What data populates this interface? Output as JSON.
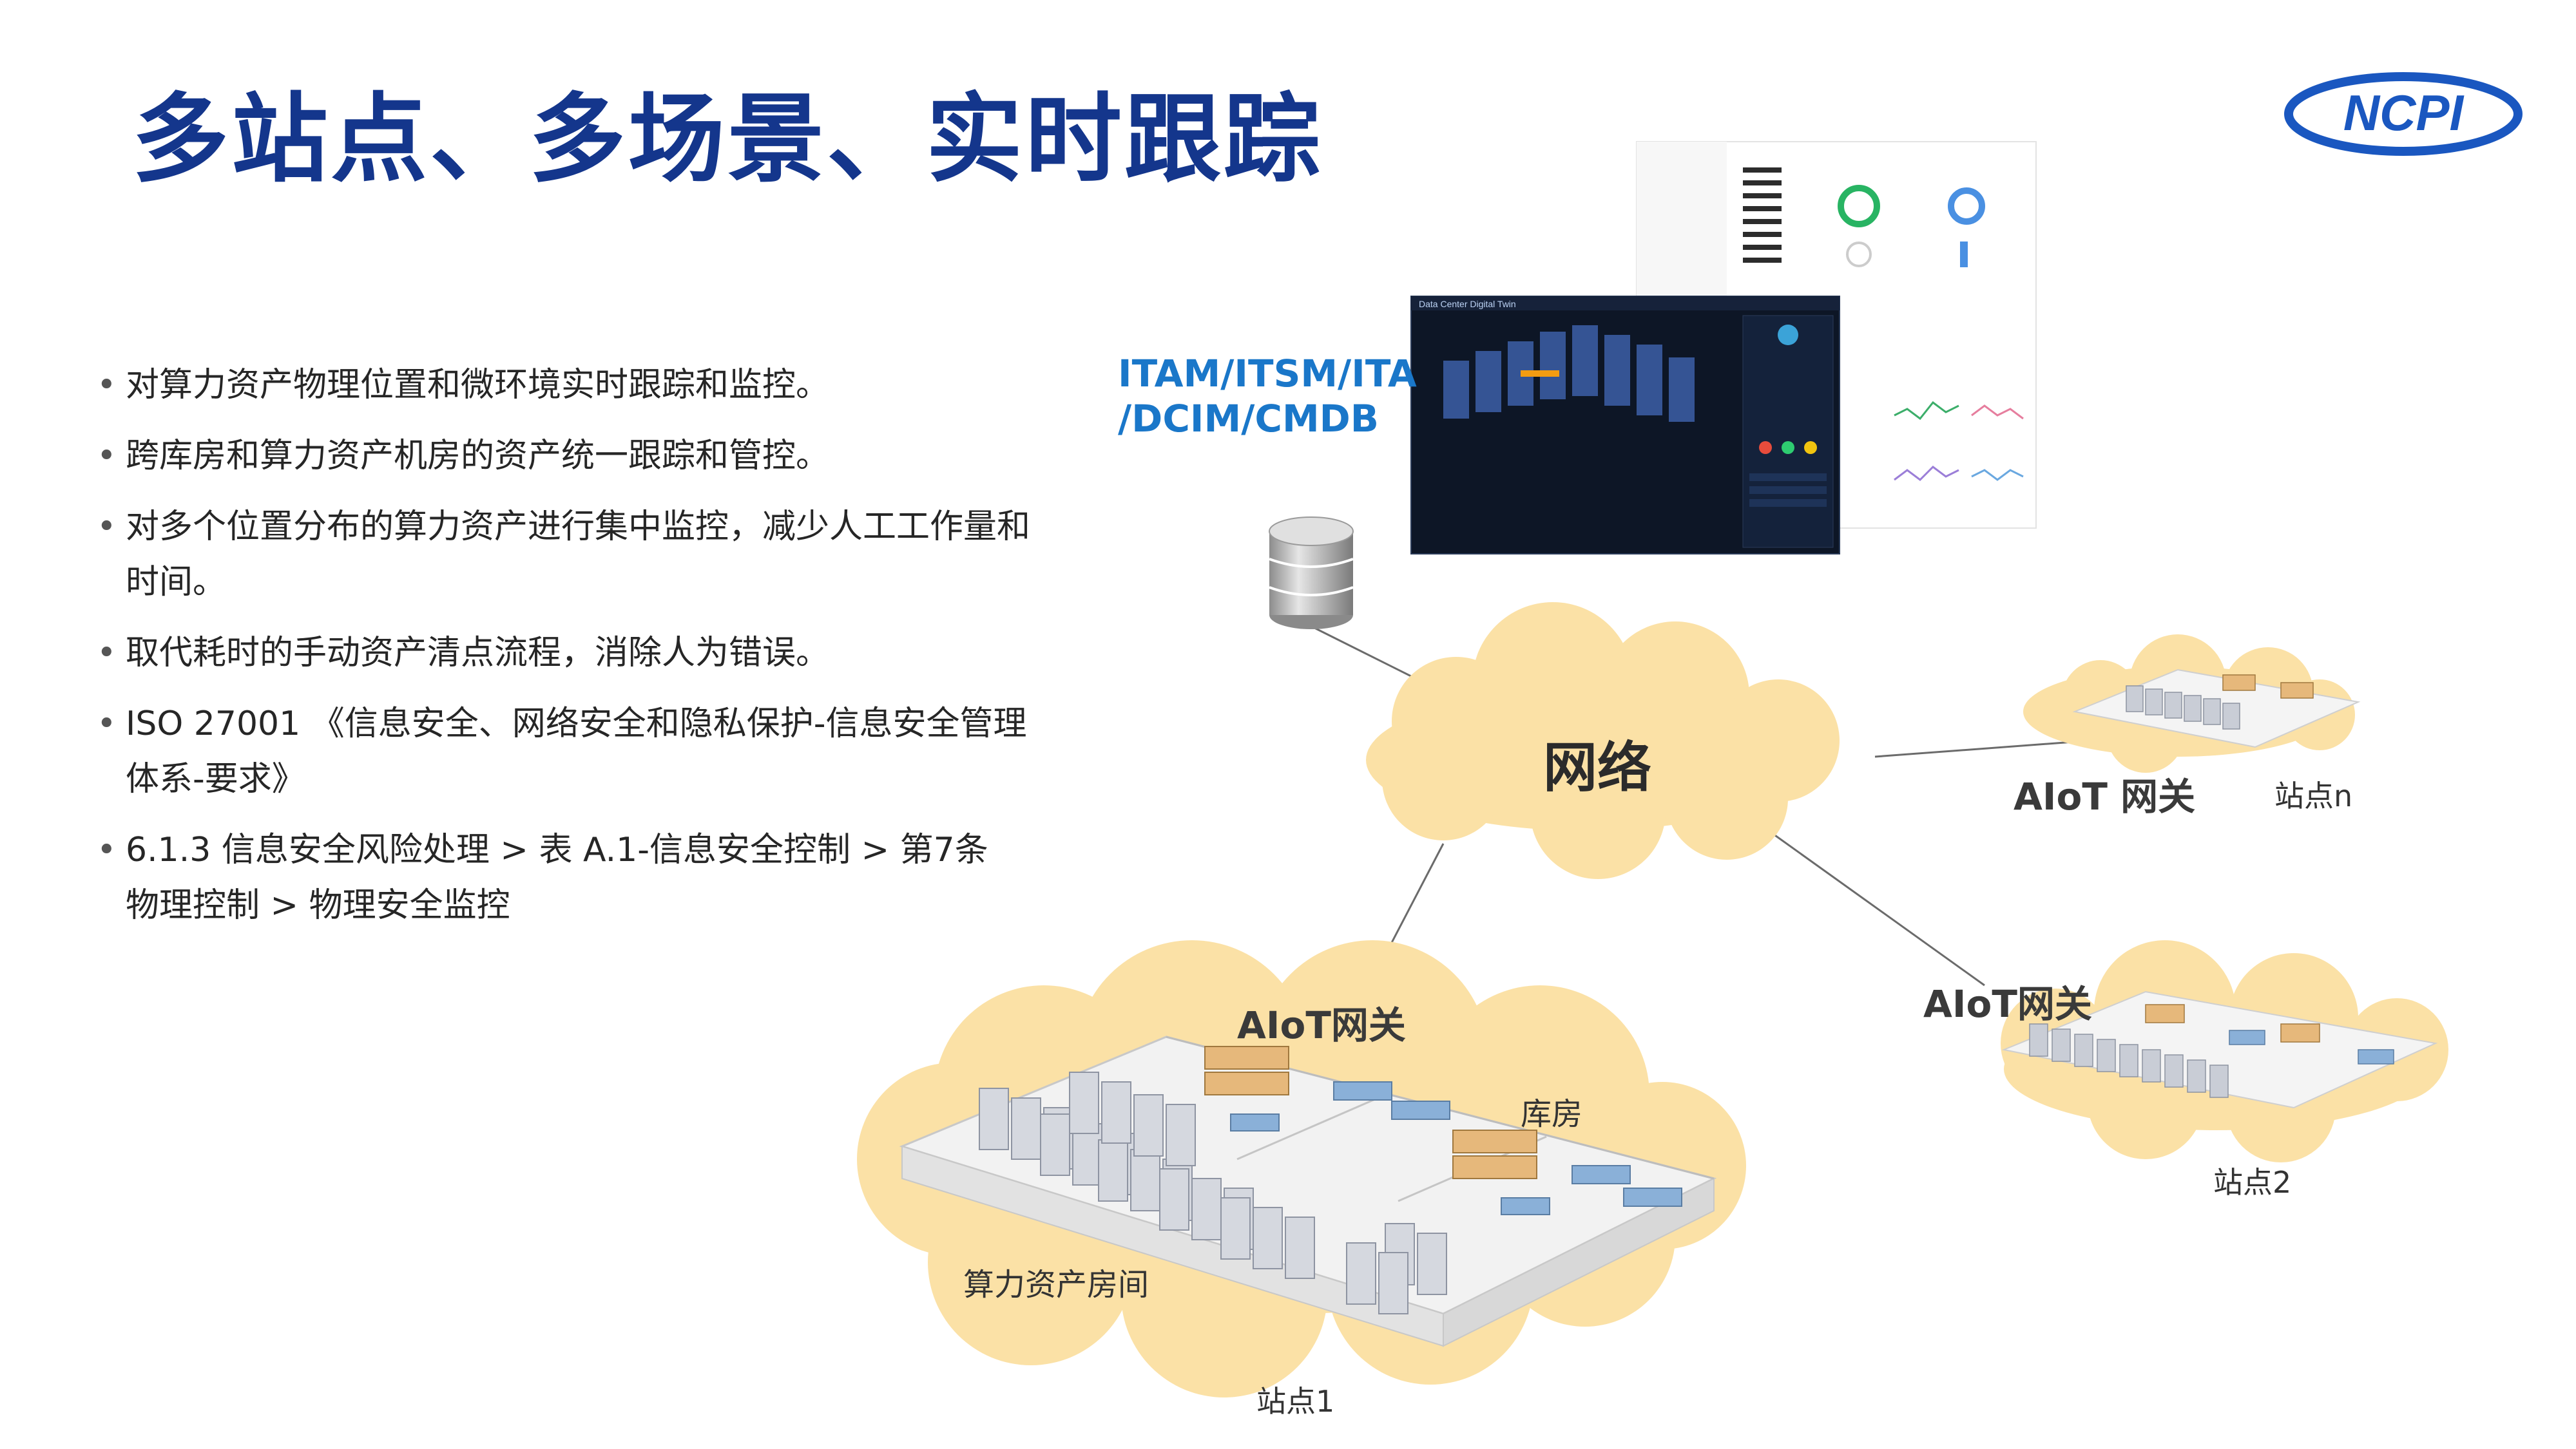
{
  "slide": {
    "title": "多站点、多场景、实时跟踪",
    "logo_text": "NCPI"
  },
  "bullets": [
    "对算力资产物理位置和微环境实时跟踪和监控。",
    "跨库房和算力资产机房的资产统一跟踪和管控。",
    "对多个位置分布的算力资产进行集中监控，减少人工工作量和时间。",
    "取代耗时的手动资产清点流程，消除人为错误。",
    "ISO 27001 《信息安全、网络安全和隐私保护-信息安全管理体系-要求》",
    "6.1.3 信息安全风险处理 > 表 A.1-信息安全控制 > 第7条 物理控制 > 物理安全监控"
  ],
  "diagram": {
    "system_label_line1": "ITAM/ITSM/ITA",
    "system_label_line2": "/DCIM/CMDB",
    "dashboard_title": "Data Center Digital Twin",
    "network_label": "网络",
    "site_n": {
      "gateway": "AIoT 网关",
      "name": "站点n"
    },
    "site_2": {
      "gateway": "AIoT网关",
      "name": "站点2"
    },
    "site_1": {
      "gateway": "AIoT网关",
      "storage_label": "库房",
      "room_label": "算力资产房间",
      "name": "站点1"
    }
  },
  "colors": {
    "title": "#14368c",
    "system_label": "#1a77c9",
    "cloud_fill": "#fbe1a6",
    "logo_blue": "#1a57c0"
  },
  "icons": [
    "database-icon",
    "server-rack-icon",
    "shelf-icon",
    "workbench-icon"
  ]
}
